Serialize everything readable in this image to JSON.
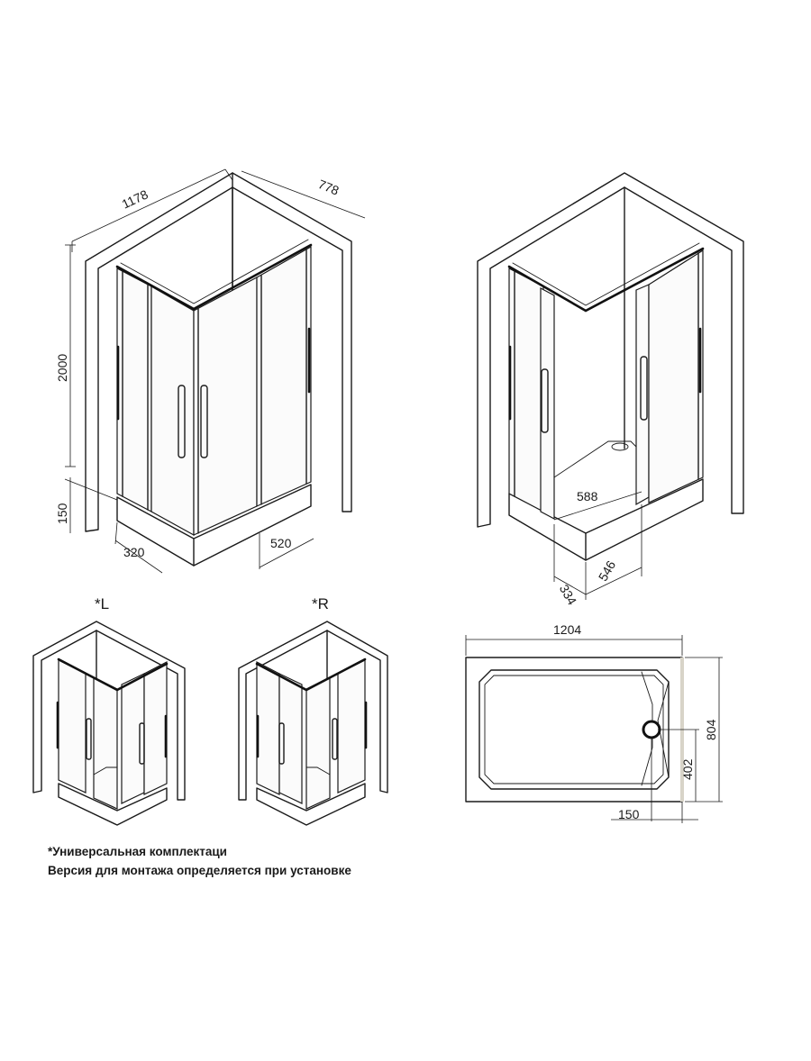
{
  "dimensions": {
    "width_total": "1178",
    "depth_total": "778",
    "height_total": "2000",
    "tray_height": "150",
    "entry_side": "320",
    "entry_front": "520",
    "open_width": "588",
    "side_a": "334",
    "side_b": "546"
  },
  "versions": {
    "left": "*L",
    "right": "*R"
  },
  "tray_plan": {
    "length": "1204",
    "width": "804",
    "drain_offset_y": "402",
    "drain_offset_x": "150"
  },
  "notes": {
    "line1": "*Универсальная комплектаци",
    "line2": "Версия для монтажа определяется при установке"
  },
  "colors": {
    "line": "#1a1a1a",
    "background": "#ffffff"
  }
}
